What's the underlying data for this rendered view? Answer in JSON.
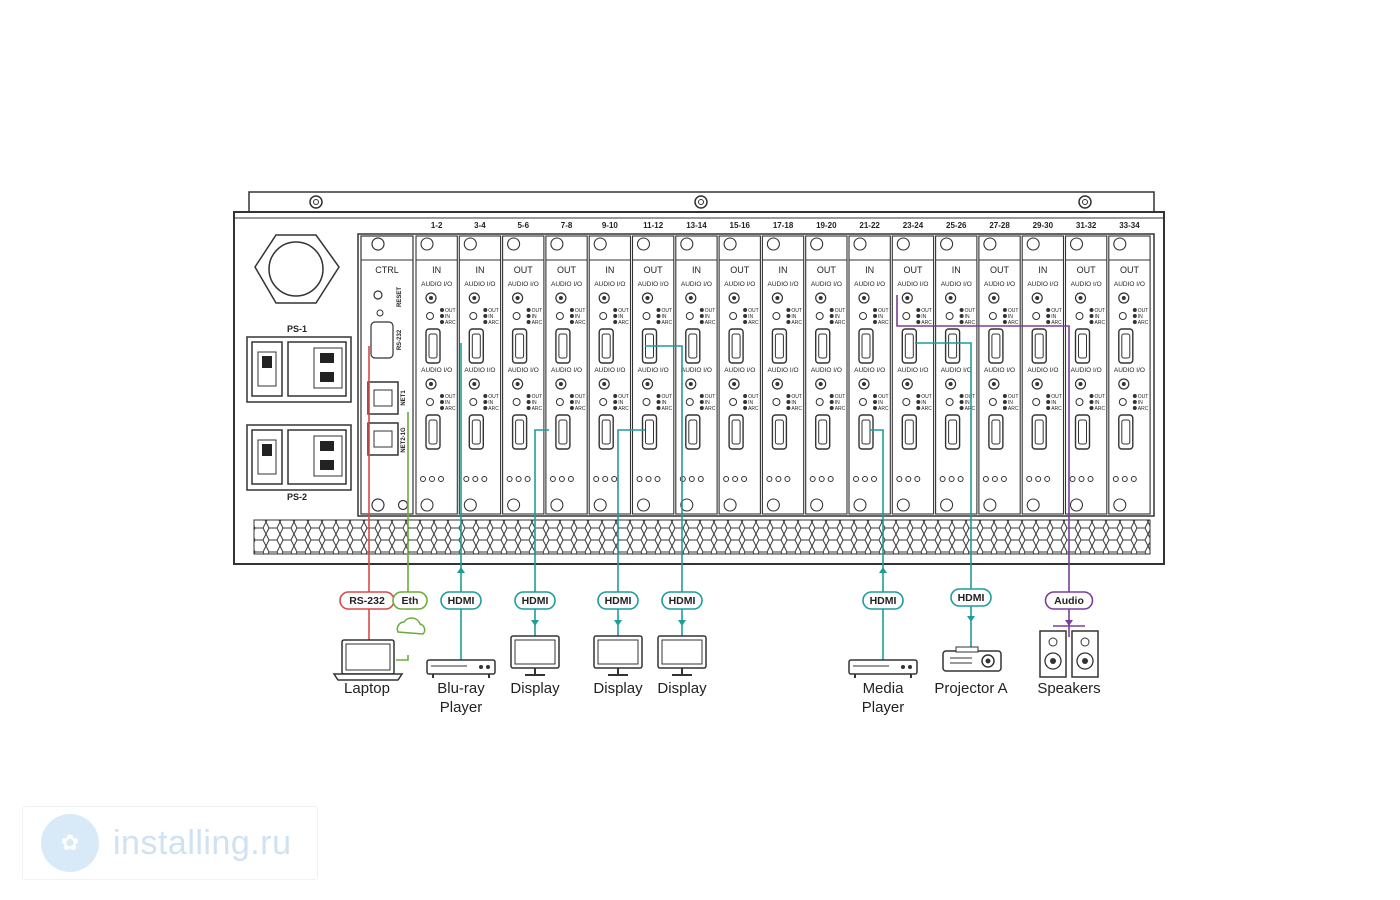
{
  "diagram": {
    "power": {
      "ps1_label": "PS-1",
      "ps2_label": "PS-2"
    },
    "ctrl_card": {
      "title": "CTRL",
      "reset_label": "RESET",
      "rs232_label": "RS-232",
      "net1_label": "NET1",
      "net2_label": "NET2-1G"
    },
    "slots": [
      {
        "range": "1-2",
        "mode": "IN"
      },
      {
        "range": "3-4",
        "mode": "IN"
      },
      {
        "range": "5-6",
        "mode": "OUT"
      },
      {
        "range": "7-8",
        "mode": "OUT"
      },
      {
        "range": "9-10",
        "mode": "IN"
      },
      {
        "range": "11-12",
        "mode": "OUT"
      },
      {
        "range": "13-14",
        "mode": "IN"
      },
      {
        "range": "15-16",
        "mode": "OUT"
      },
      {
        "range": "17-18",
        "mode": "IN"
      },
      {
        "range": "19-20",
        "mode": "OUT"
      },
      {
        "range": "21-22",
        "mode": "IN"
      },
      {
        "range": "23-24",
        "mode": "OUT"
      },
      {
        "range": "25-26",
        "mode": "IN"
      },
      {
        "range": "27-28",
        "mode": "OUT"
      },
      {
        "range": "29-30",
        "mode": "IN"
      },
      {
        "range": "31-32",
        "mode": "OUT"
      },
      {
        "range": "33-34",
        "mode": "OUT"
      }
    ],
    "card_text": {
      "audio_io": "AUDIO I/O",
      "out": "OUT",
      "in": "IN",
      "arc": "ARC"
    },
    "devices": [
      {
        "tag": "RS-232",
        "name": "Laptop",
        "icon": "laptop-icon",
        "tag_color": "#d94a4a"
      },
      {
        "tag": "Eth",
        "name": "",
        "icon": "cloud-icon",
        "tag_color": "#6aab3a"
      },
      {
        "tag": "HDMI",
        "name": "Blu-ray Player",
        "icon": "player-icon",
        "tag_color": "#1f9c9c"
      },
      {
        "tag": "HDMI",
        "name": "Display",
        "icon": "display-icon",
        "tag_color": "#1f9c9c"
      },
      {
        "tag": "HDMI",
        "name": "Display",
        "icon": "display-icon",
        "tag_color": "#1f9c9c"
      },
      {
        "tag": "HDMI",
        "name": "Display",
        "icon": "display-icon",
        "tag_color": "#1f9c9c"
      },
      {
        "tag": "HDMI",
        "name": "Media Player",
        "icon": "player-icon",
        "tag_color": "#1f9c9c"
      },
      {
        "tag": "HDMI",
        "name": "Projector A",
        "icon": "projector-icon",
        "tag_color": "#1f9c9c"
      },
      {
        "tag": "Audio",
        "name": "Speakers",
        "icon": "speakers-icon",
        "tag_color": "#7b3f98"
      }
    ],
    "colors": {
      "rs232": "#d94a4a",
      "eth": "#6aab3a",
      "hdmi": "#1f9c9c",
      "audio": "#7b3f98",
      "device_line": "#333333"
    }
  },
  "watermark": {
    "text": "installing.ru",
    "icon": "logo-icon"
  }
}
